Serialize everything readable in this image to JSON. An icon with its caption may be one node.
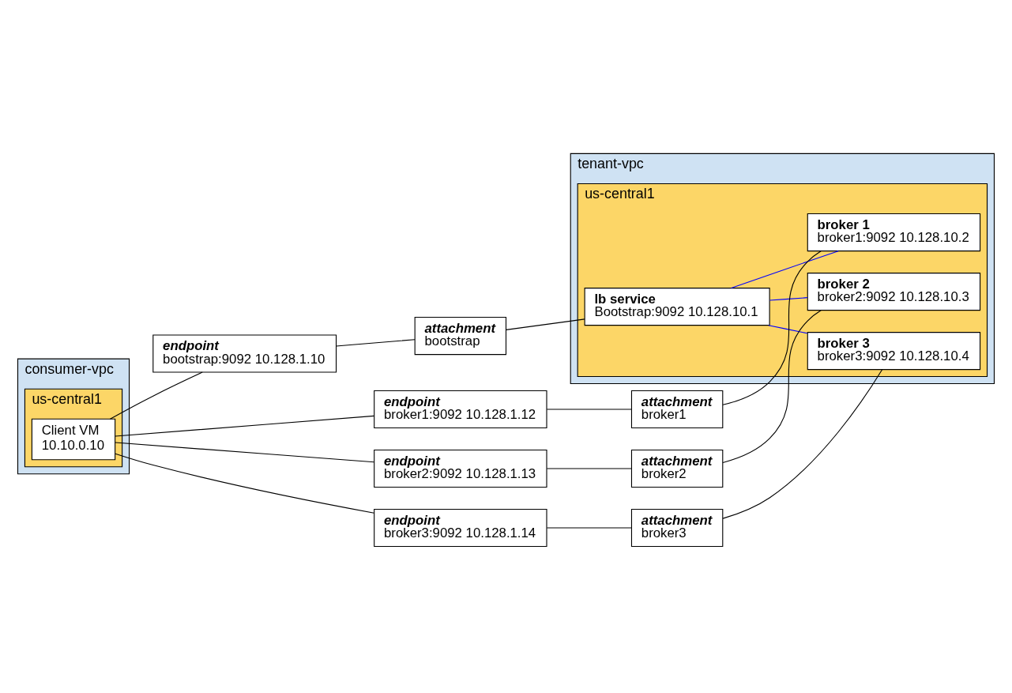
{
  "diagram": {
    "nodes": [
      {
        "text": [
          "consumer-vpc"
        ]
      },
      {
        "text": [
          "us-central1"
        ],
        "in": 0
      },
      {
        "text": [
          "Client VM",
          "10.10.0.10"
        ],
        "in": 1
      },
      {
        "text": [
          "endpoint",
          "bootstrap:9092 10.128.1.10"
        ]
      },
      {
        "text": [
          "endpoint",
          "broker1:9092 10.128.1.12"
        ]
      },
      {
        "text": [
          "endpoint",
          "broker2:9092 10.128.1.13"
        ]
      },
      {
        "text": [
          "endpoint",
          "broker3:9092 10.128.1.14"
        ]
      },
      {
        "text": [
          "tenant-vpc"
        ]
      },
      {
        "text": [
          "us-central1"
        ],
        "in": 7
      },
      {
        "text": [
          "attachment",
          "bootstrap"
        ]
      },
      {
        "text": [
          "attachment",
          "broker1"
        ]
      },
      {
        "text": [
          "attachment",
          "broker2"
        ]
      },
      {
        "text": [
          "attachment",
          "broker3"
        ]
      },
      {
        "text": [
          "lb service",
          "Bootstrap:9092 10.128.10.1"
        ],
        "in": 8
      },
      {
        "text": [
          "broker 1",
          "broker1:9092 10.128.10.2"
        ],
        "in": 8
      },
      {
        "text": [
          "broker 2",
          "broker2:9092 10.128.10.3"
        ],
        "in": 8
      },
      {
        "text": [
          "broker 3",
          "broker3:9092 10.128.10.4"
        ],
        "in": 8
      }
    ],
    "edges": [
      {
        "from": 2,
        "to": 3,
        "arrow": "none"
      },
      {
        "from": 2,
        "to": 4,
        "arrow": "none"
      },
      {
        "from": 2,
        "to": 5,
        "arrow": "none"
      },
      {
        "from": 2,
        "to": 6,
        "arrow": "none"
      },
      {
        "from": 3,
        "to": 9,
        "arrow": "none"
      },
      {
        "from": 4,
        "to": 10,
        "arrow": "none"
      },
      {
        "from": 5,
        "to": 11,
        "arrow": "none"
      },
      {
        "from": 6,
        "to": 12,
        "arrow": "none"
      },
      {
        "from": 9,
        "to": 13,
        "arrow": "none"
      },
      {
        "from": 10,
        "to": 14,
        "arrow": "none"
      },
      {
        "from": 11,
        "to": 15,
        "arrow": "none"
      },
      {
        "from": 12,
        "to": 16,
        "arrow": "none"
      },
      {
        "from": 13,
        "to": 14,
        "arrow": "none",
        "color": "#0000ff"
      },
      {
        "from": 13,
        "to": 15,
        "arrow": "none",
        "color": "#0000ff"
      },
      {
        "from": 13,
        "to": 16,
        "arrow": "none",
        "color": "#0000ff"
      }
    ]
  }
}
